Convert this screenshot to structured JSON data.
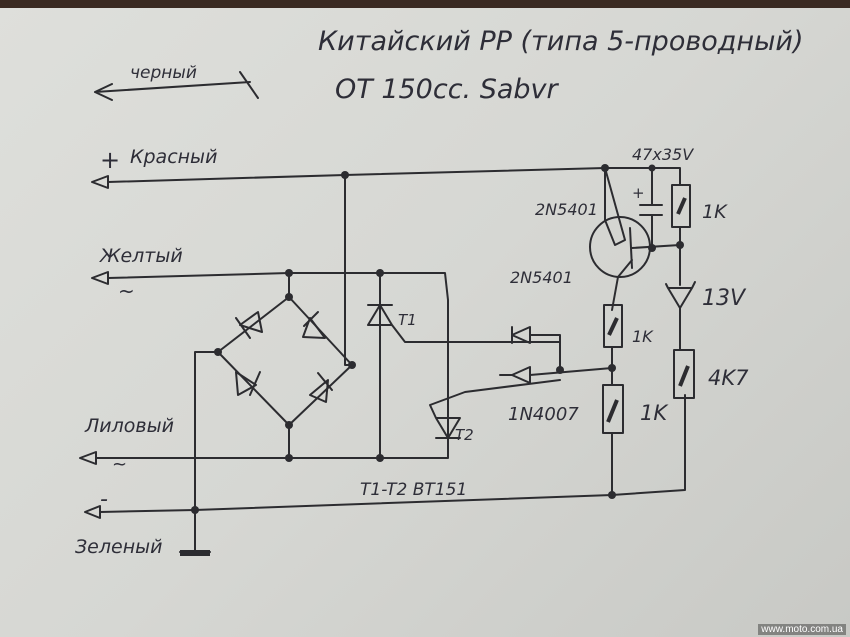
{
  "title": {
    "line1": "Китайский РР (типа 5-проводный)",
    "line2": "ОТ 150сс. Sabvr"
  },
  "wires": {
    "black": "черный",
    "red": "Красный",
    "red_sign": "+",
    "yellow": "Желтый",
    "yellow_sign": "~",
    "lilac": "Лиловый",
    "lilac_sign": "~",
    "green": "Зеленый",
    "green_sign": "-"
  },
  "components": {
    "capacitor": "47x35V",
    "capacitor_plus": "+",
    "r_top": "1K",
    "transistor_1": "2N5401",
    "transistor_2": "2N5401",
    "zener": "13V",
    "r_mid": "1K",
    "r_4k7": "4K7",
    "r_bottom": "1K",
    "scr_1": "T1",
    "scr_2": "T2",
    "diode": "1N4007",
    "scr_type": "T1-T2 BT151"
  },
  "watermark": "www.moto.com.ua"
}
